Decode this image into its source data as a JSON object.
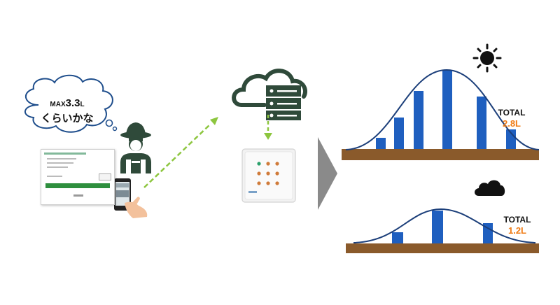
{
  "bubble": {
    "max_prefix": "MAX",
    "max_value": "3.3",
    "max_unit": "L",
    "line2": "くらいかな"
  },
  "sunny_chart": {
    "weather_icon": "sun-icon",
    "total_title": "TOTAL",
    "total_value": "2.8L"
  },
  "cloudy_chart": {
    "weather_icon": "cloud-icon",
    "total_title": "TOTAL",
    "total_value": "1.2L"
  },
  "icons": {
    "farmer": "farmer-icon",
    "smartphone": "smartphone-icon",
    "cloud_server": "cloud-server-icon",
    "controller": "controller-box-icon",
    "arrow": "chevron-right-icon"
  },
  "colors": {
    "bar": "#1f5fbf",
    "curve": "#1c3f7a",
    "ground": "#8a5a2b",
    "accent_orange": "#f07b14",
    "arrow_green": "#8dc63f",
    "dark_green": "#2f4a3a"
  }
}
